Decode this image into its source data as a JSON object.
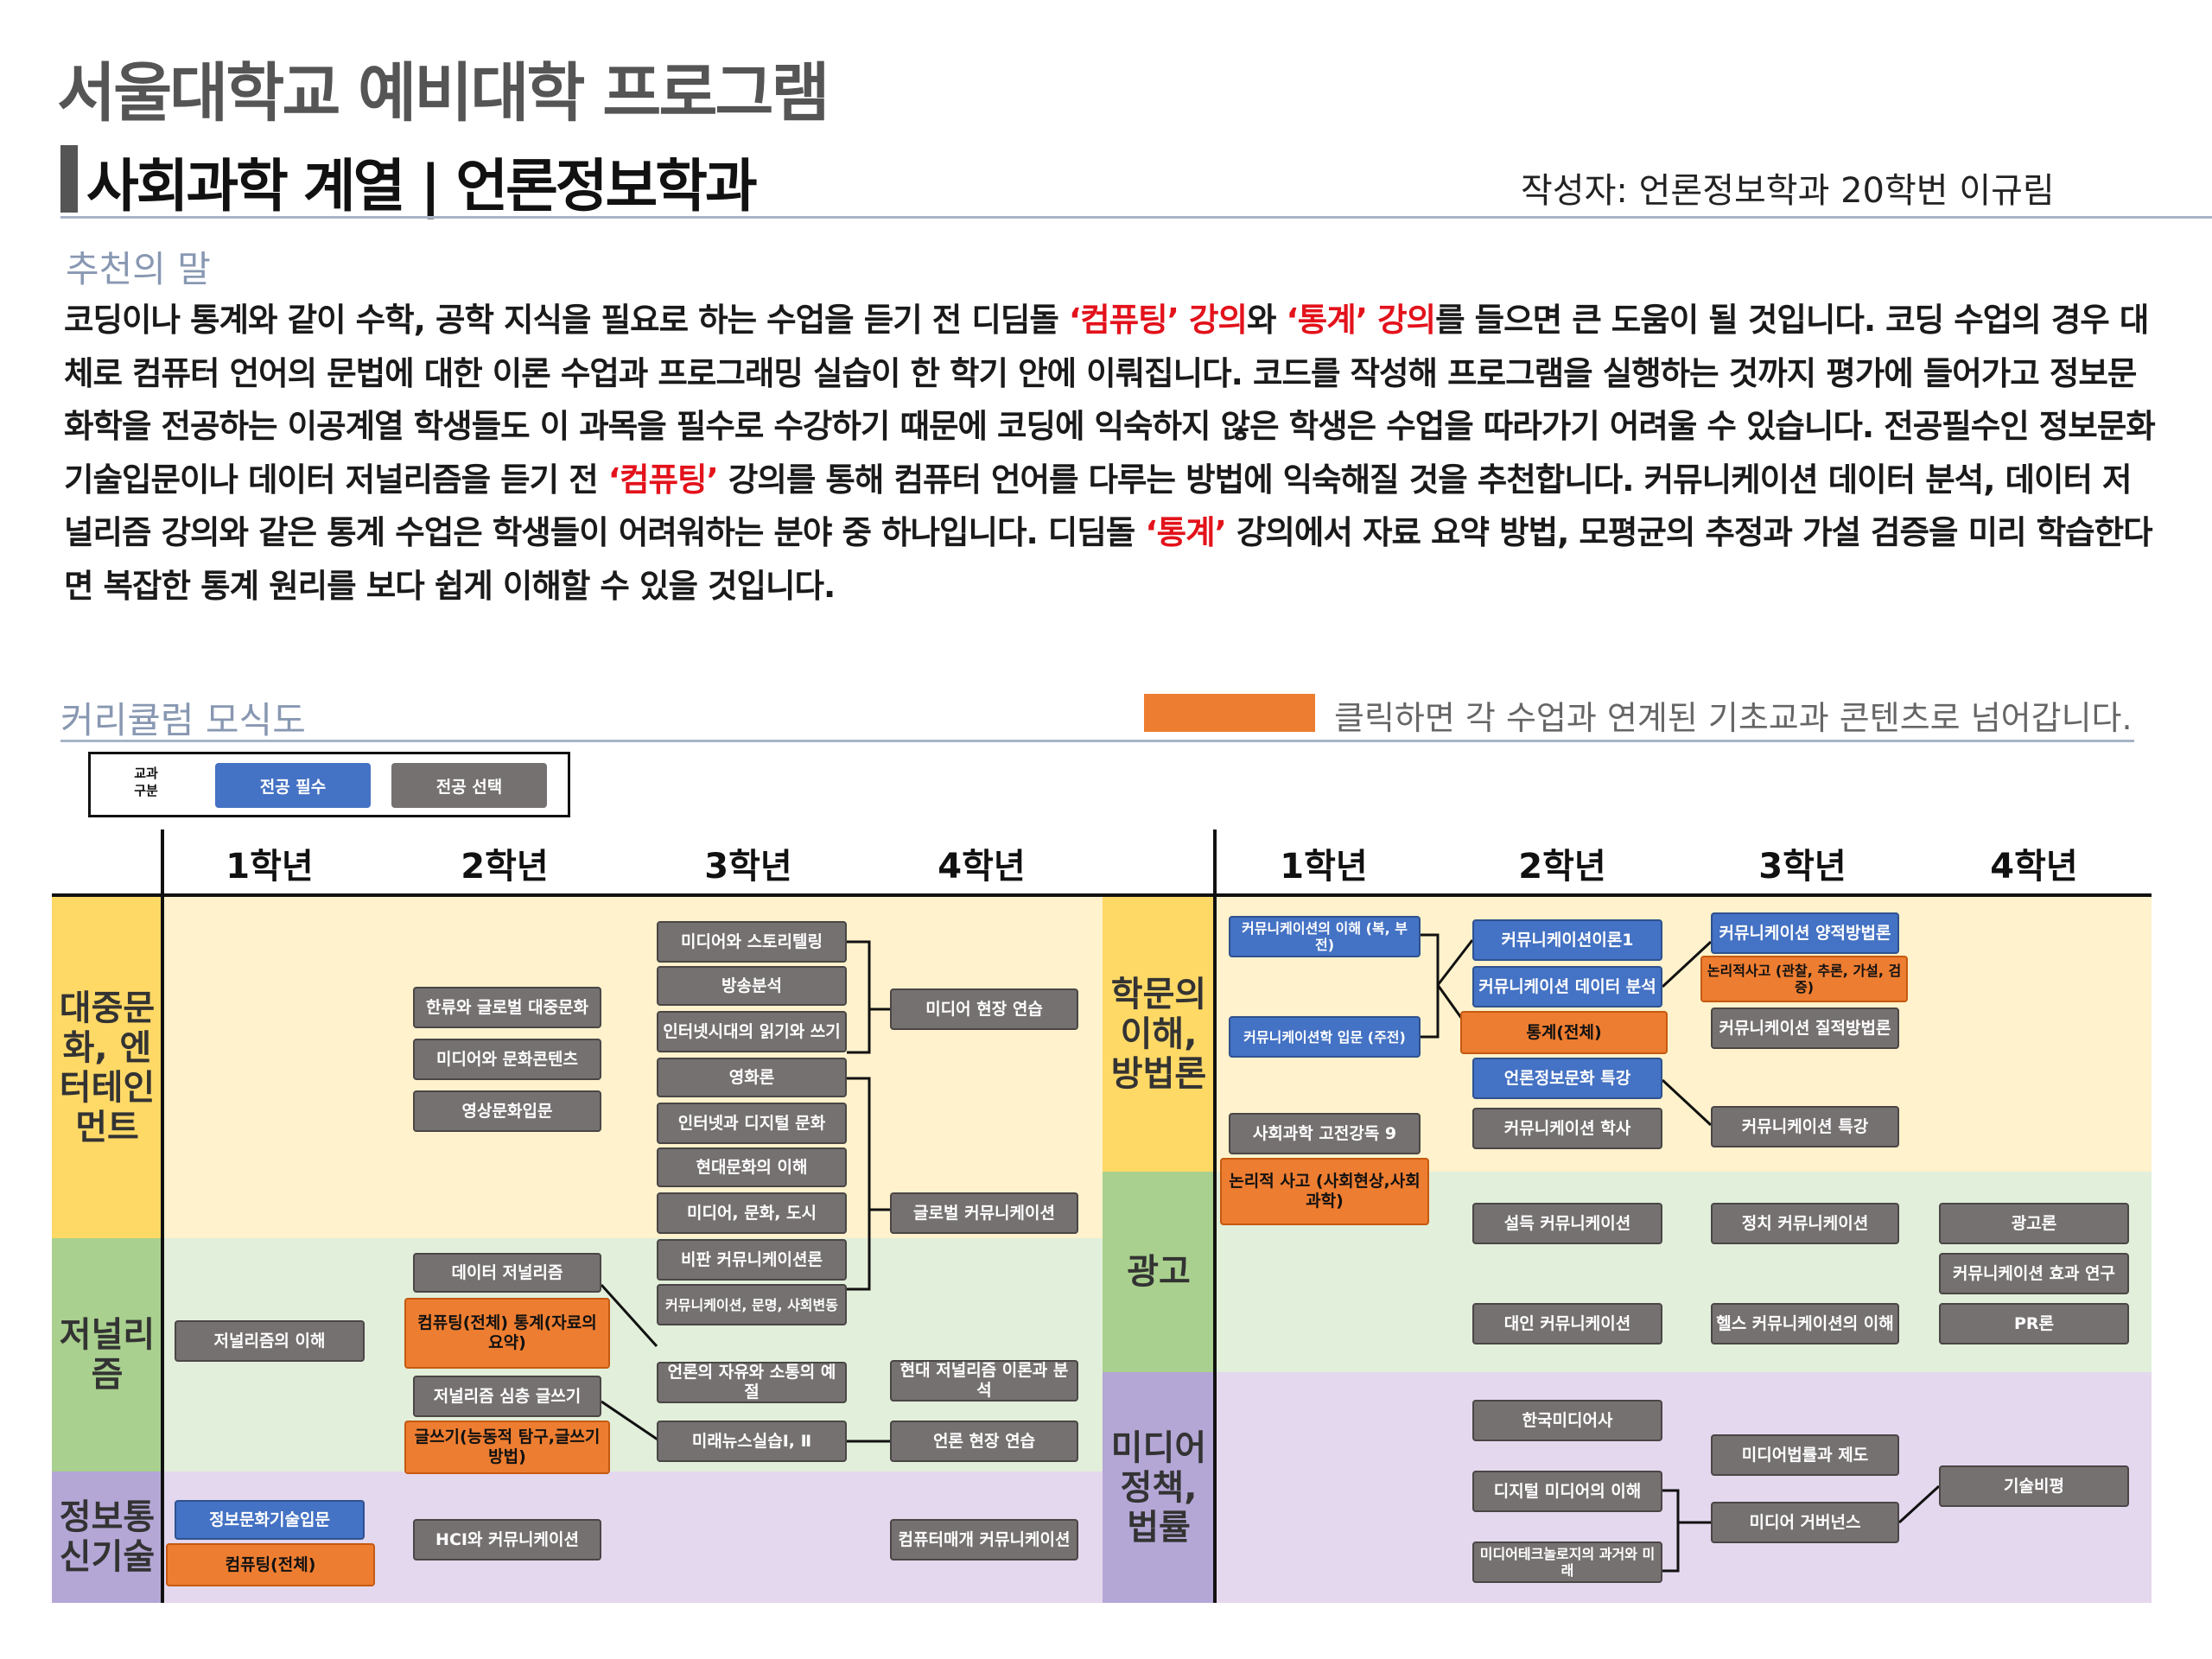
{
  "header": {
    "title": "서울대학교 예비대학 프로그램",
    "subtitle": "사회과학 계열 | 언론정보학과",
    "author": "작성자: 언론정보학과 20학번 이규림"
  },
  "recommendation": {
    "heading": "추천의 말",
    "p1": "코딩이나 통계와 같이 수학, 공학 지식을 필요로 하는 수업을 듣기 전 디딤돌 ",
    "h1": "‘컴퓨팅’ 강의",
    "p2": "와 ",
    "h2": "‘통계’ 강의",
    "p3": "를 들으면 큰 도움이 될 것입니다. 코딩 수업의 경우 대체로 컴퓨터 언어의 문법에 대한 이론 수업과 프로그래밍 실습이 한 학기 안에 이뤄집니다. 코드를 작성해 프로그램을 실행하는 것까지 평가에 들어가고 정보문화학을 전공하는 이공계열 학생들도 이 과목을 필수로 수강하기 때문에 코딩에 익숙하지 않은 학생은 수업을 따라가기 어려울 수 있습니다. 전공필수인 정보문화기술입문이나 데이터 저널리즘을 듣기 전 ",
    "h3": "‘컴퓨팅’",
    "p4": " 강의를 통해 컴퓨터 언어를 다루는 방법에 익숙해질 것을 추천합니다. 커뮤니케이션 데이터 분석, 데이터 저널리즘 강의와 같은 통계 수업은 학생들이 어려워하는 분야 중 하나입니다. 디딤돌 ",
    "h4": "‘통계’",
    "p5": " 강의에서 자료 요약 방법, 모평균의 추정과 가설 검증을 미리 학습한다면 복잡한 통계 원리를 보다 쉽게 이해할 수 있을 것입니다."
  },
  "curriculum": {
    "heading": "커리큘럼 모식도",
    "legend_text": "클릭하면 각 수업과 연계된 기초교과 콘텐츠로 넘어갑니다.",
    "key": {
      "label": "교과 구분",
      "required": "전공 필수",
      "elective": "전공 선택"
    },
    "years": [
      "1학년",
      "2학년",
      "3학년",
      "4학년"
    ],
    "left_rows": [
      "대중문화, 엔터테인먼트",
      "저널리즘",
      "정보통신기술"
    ],
    "right_rows": [
      "학문의 이해, 방법론",
      "광고",
      "미디어 정책, 법률"
    ],
    "colors": {
      "yellow": "#fff2cc",
      "yellow_label": "#ffd966",
      "green": "#e2efda",
      "green_label": "#a9d08e",
      "purple": "#e4d8ee",
      "purple_label": "#b4a7d6",
      "required": "#4472c4",
      "elective": "#767171",
      "linked": "#ed7d31"
    },
    "courses": {
      "l_media_story": "미디어와 스토리텔링",
      "l_broadcast": "방송분석",
      "l_internet_era": "인터넷시대의 읽기와 쓰기",
      "l_film": "영화론",
      "l_internet_digital": "인터넷과 디지털 문화",
      "l_modern_culture": "현대문화의 이해",
      "l_media_city": "미디어, 문화, 도시",
      "l_critical": "비판 커뮤니케이션론",
      "l_comm_gender": "커뮤니케이션, 문명, 사회변동",
      "l_hallyu": "한류와 글로벌 대중문화",
      "l_media_content": "미디어와 문화콘텐츠",
      "l_visual": "영상문화입문",
      "l_media_practice": "미디어 현장 연습",
      "l_global": "글로벌 커뮤니케이션",
      "l_data_journal": "데이터 저널리즘",
      "l_computing_stats": "컴퓨팅(전체) 통계(자료의 요약)",
      "l_journal_intro": "저널리즘의 이해",
      "l_deep_writing": "저널리즘 심층 글쓰기",
      "l_writing": "글쓰기(능동적 탐구,글쓰기 방법)",
      "l_free_speech": "언론의 자유와 소통의 예절",
      "l_news_lab": "미래뉴스실습Ⅰ, Ⅱ",
      "l_modern_journal": "현대 저널리즘 이론과 분석",
      "l_press_practice": "언론 현장 연습",
      "l_info_tech": "정보문화기술입문",
      "l_computing": "컴퓨팅(전체)",
      "l_hci": "HCI와 커뮤니케이션",
      "l_computer_mediated": "컴퓨터매개 커뮤니케이션",
      "r_comm_understanding": "커뮤니케이션의 이해 (복, 부전)",
      "r_comm_intro": "커뮤니케이션학 입문 (주전)",
      "r_classics": "사회과학 고전강독 9",
      "r_logic": "논리적 사고 (사회현상,사회과학)",
      "r_comm_theory": "커뮤니케이션이론1",
      "r_comm_data": "커뮤니케이션 데이터 분석",
      "r_stats": "통계(전체)",
      "r_special": "언론정보문화 특강",
      "r_comm_history": "커뮤니케이션 학사",
      "r_quant": "커뮤니케이션 양적방법론",
      "r_logic2": "논리적사고 (관찰, 추론, 가설, 검증)",
      "r_qual": "커뮤니케이션 질적방법론",
      "r_comm_special": "커뮤니케이션 특강",
      "r_persuasion": "설득 커뮤니케이션",
      "r_interpersonal": "대인 커뮤니케이션",
      "r_political": "정치 커뮤니케이션",
      "r_health": "헬스 커뮤니케이션의 이해",
      "r_advert": "광고론",
      "r_effect": "커뮤니케이션 효과 연구",
      "r_pr": "PR론",
      "r_korea_media": "한국미디어사",
      "r_digital": "디지털 미디어의 이해",
      "r_tech_history": "미디어테크놀로지의 과거와 미래",
      "r_media_law": "미디어법률과 제도",
      "r_governance": "미디어 거버넌스",
      "r_tech_critique": "기술비평"
    }
  }
}
